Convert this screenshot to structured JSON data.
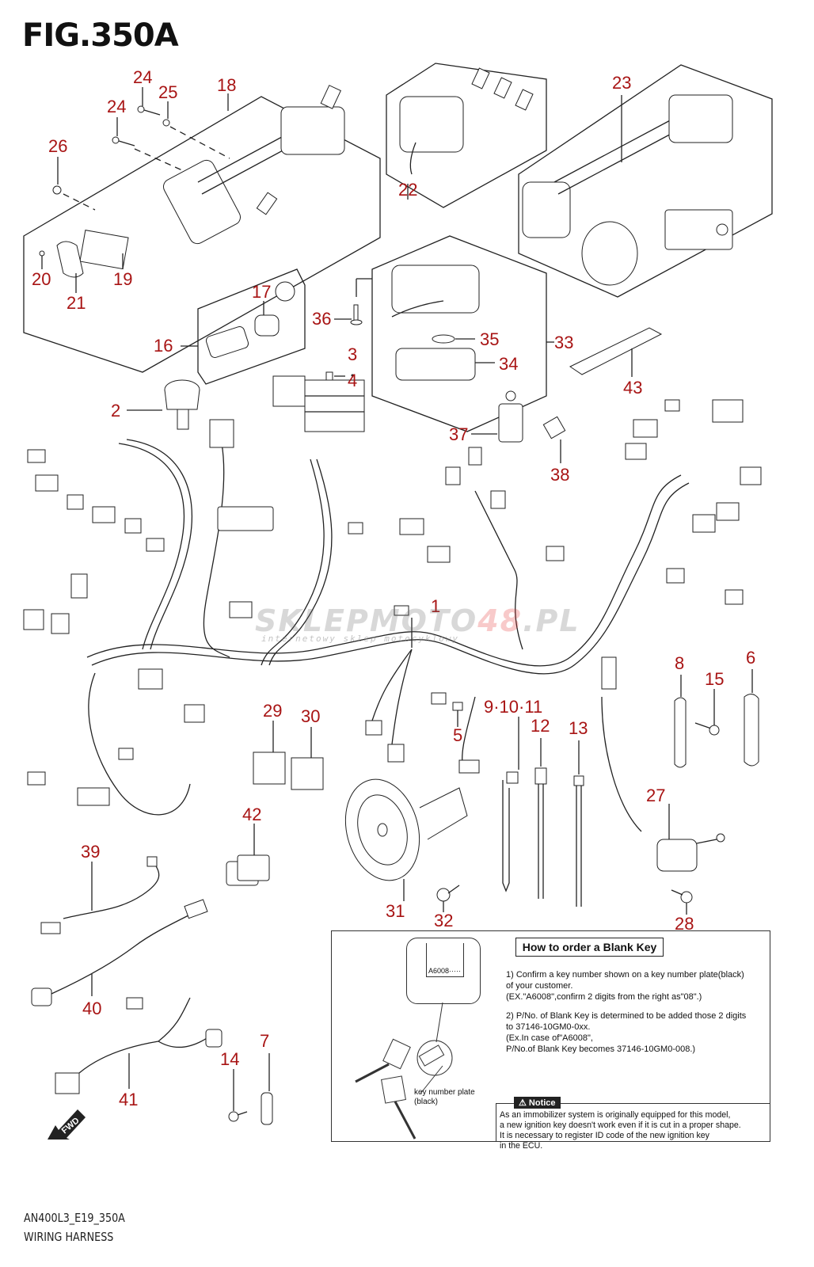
{
  "figure": {
    "title": "FIG.350A",
    "code": "AN400L3_E19_350A",
    "name": "WIRING HARNESS",
    "label_color": "#a81414"
  },
  "watermark": {
    "brand_part1": "SKLEPMOTO",
    "brand_part2": "48",
    "brand_part3": ".PL",
    "subtitle": "internetowy sklep motocyklowy"
  },
  "callouts": {
    "c1": "1",
    "c2": "2",
    "c3": "3",
    "c4": "4",
    "c5": "5",
    "c6": "6",
    "c7": "7",
    "c8": "8",
    "c9_10_11": "9·10·11",
    "c12": "12",
    "c13": "13",
    "c14": "14",
    "c15": "15",
    "c16": "16",
    "c17": "17",
    "c18": "18",
    "c19": "19",
    "c20": "20",
    "c21": "21",
    "c22": "22",
    "c23": "23",
    "c24a": "24",
    "c24b": "24",
    "c25": "25",
    "c26": "26",
    "c27": "27",
    "c28": "28",
    "c29": "29",
    "c30": "30",
    "c31": "31",
    "c32": "32",
    "c33": "33",
    "c34": "34",
    "c35": "35",
    "c36": "36",
    "c37": "37",
    "c38": "38",
    "c39": "39",
    "c40": "40",
    "c41": "41",
    "c42": "42",
    "c43": "43"
  },
  "fwd_label": "FWD",
  "blank_key": {
    "heading": "How to order a Blank Key",
    "plate_code": "A6008·····",
    "plate_label_line1": "key number plate",
    "plate_label_line2": "(black)",
    "step1_line1": "1) Confirm a key number shown on a key number plate(black)",
    "step1_line2": " of your customer.",
    "step1_line3": "(EX.\"A6008\",confirm 2 digits from the right as\"08\".)",
    "step2_line1": "2) P/No. of Blank Key is determined to be added those 2 digits",
    "step2_line2": " to 37146-10GM0-0xx.",
    "step2_line3": "(Ex.In case of\"A6008\",",
    "step2_line4": "P/No.of Blank Key becomes 37146-10GM0-008.)",
    "notice_label": "⚠ Notice",
    "notice_line1": "As an immobilizer system is originally equipped for this model,",
    "notice_line2": "a new ignition key doesn't work even if it is cut in a proper shape.",
    "notice_line3": "It is necessary to register ID code of the new ignition key",
    "notice_line4": "in the ECU."
  }
}
